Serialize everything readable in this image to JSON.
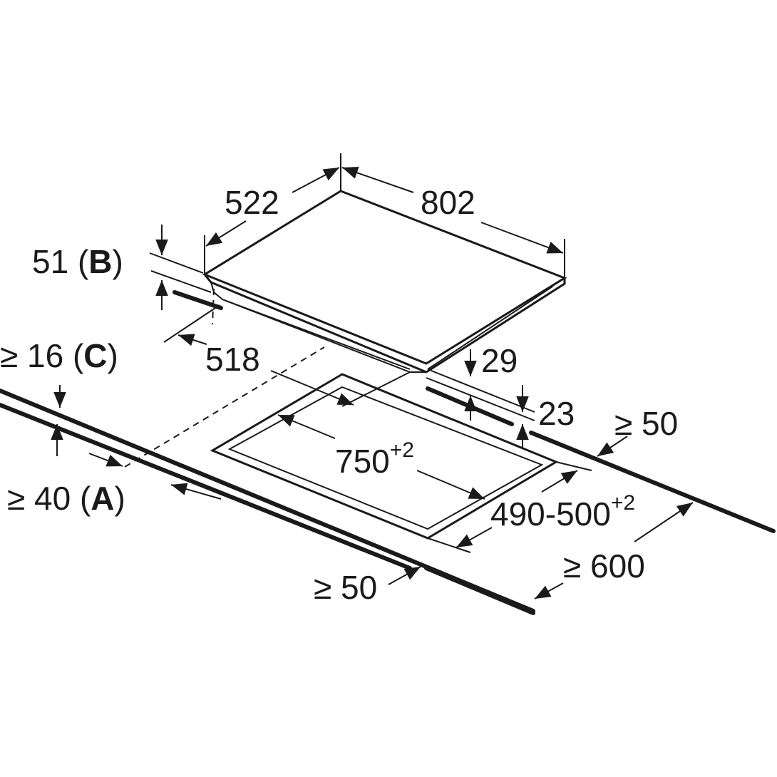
{
  "diagram": {
    "colors": {
      "ink": "#1a1a1a",
      "background": "#ffffff"
    },
    "labels": {
      "width_depth": "522",
      "width_length": "802",
      "height_b": "51 (",
      "height_b_letter": "B",
      "close": ")",
      "depth_518": "518",
      "thick_29": "29",
      "thick_23": "23",
      "clear_c_prefix": "≥ 16 (",
      "clear_c_letter": "C",
      "clear_a_prefix": "≥ 40 (",
      "clear_a_letter": "A",
      "clear_right": "≥ 50",
      "cutout_len": "750",
      "cutout_len_tol": "+2",
      "cutout_depth": "490-500",
      "cutout_depth_tol": "+2",
      "clear_600": "≥ 600",
      "clear_front": "≥ 50"
    }
  }
}
